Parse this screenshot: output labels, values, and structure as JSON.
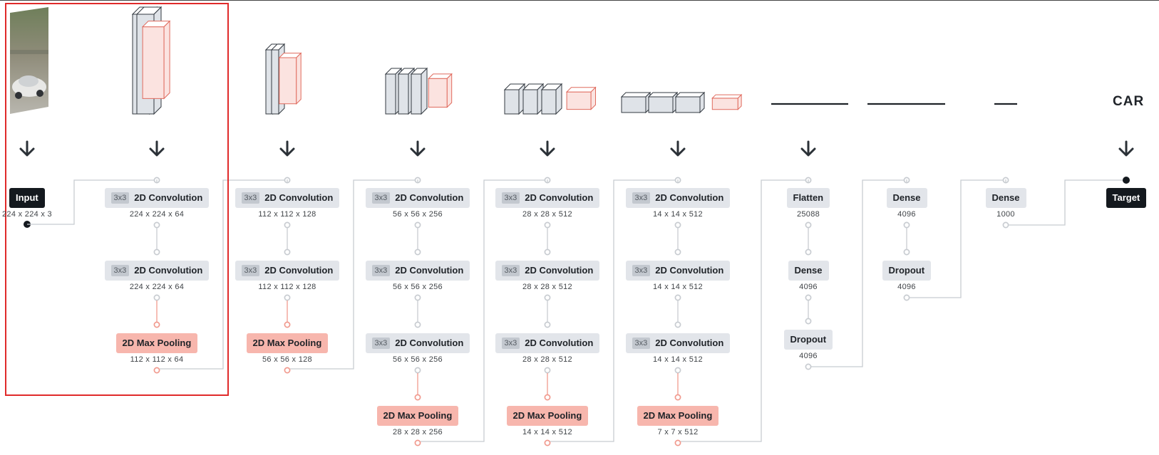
{
  "title_label": "CAR",
  "input": {
    "label": "Input",
    "shape": "224 x 224 x 3"
  },
  "target": {
    "label": "Target"
  },
  "kernel_tag": "3x3",
  "blocks": [
    {
      "convs": [
        "224 x 224 x 64",
        "224 x 224 x 64"
      ],
      "pool": "112 x 112 x 64"
    },
    {
      "convs": [
        "112 x 112 x 128",
        "112 x 112 x 128"
      ],
      "pool": "56 x 56 x 128"
    },
    {
      "convs": [
        "56 x 56 x 256",
        "56 x 56 x 256",
        "56 x 56 x 256"
      ],
      "pool": "28 x 28 x 256"
    },
    {
      "convs": [
        "28 x 28 x 512",
        "28 x 28 x 512",
        "28 x 28 x 512"
      ],
      "pool": "14 x 14 x 512"
    },
    {
      "convs": [
        "14 x 14 x 512",
        "14 x 14 x 512",
        "14 x 14 x 512"
      ],
      "pool": "7 x 7 x 512"
    }
  ],
  "conv_label": "2D Convolution",
  "pool_label": "2D Max Pooling",
  "dense_columns": [
    [
      {
        "label": "Flatten",
        "size": "25088"
      },
      {
        "label": "Dense",
        "size": "4096"
      },
      {
        "label": "Dropout",
        "size": "4096"
      }
    ],
    [
      {
        "label": "Dense",
        "size": "4096"
      },
      {
        "label": "Dropout",
        "size": "4096"
      }
    ],
    [
      {
        "label": "Dense",
        "size": "1000"
      }
    ]
  ],
  "colors": {
    "conv": "#e2e5ea",
    "pool": "#f7b6ad",
    "dark": "#14191e",
    "wire": "#c8ccd1",
    "wire_pool": "#f19a8e",
    "highlight": "#e02a2a",
    "plate": "#dfe3e8",
    "plate_pool": "#fbe3e0"
  }
}
